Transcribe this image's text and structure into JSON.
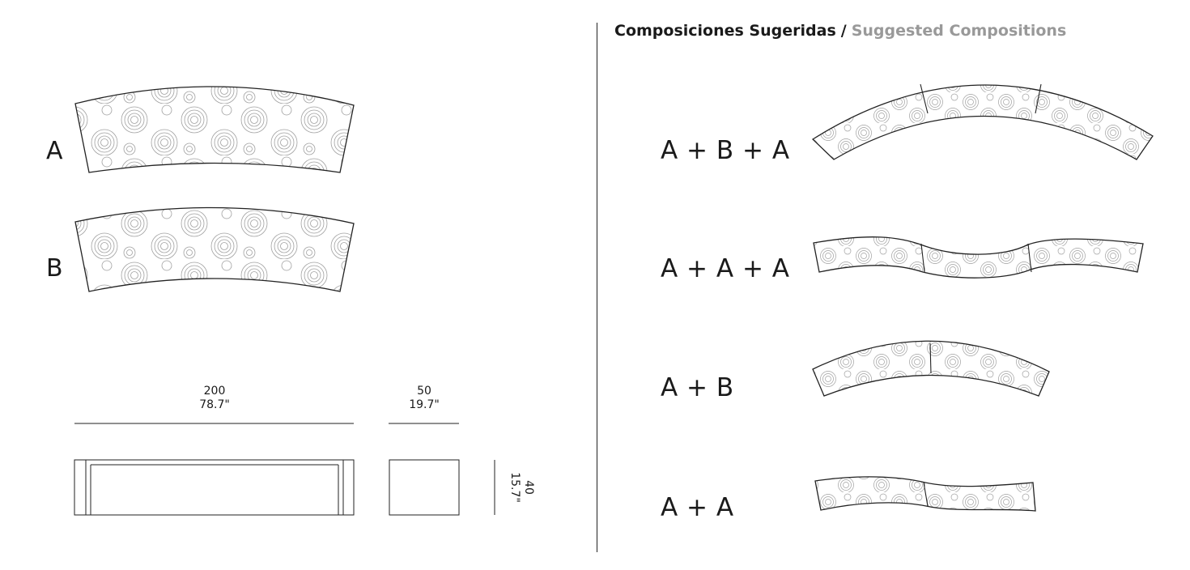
{
  "title": {
    "es": "Composiciones Sugeridas",
    "slash": "/",
    "en": "Suggested Compositions"
  },
  "modules": [
    {
      "label": "A"
    },
    {
      "label": "B"
    }
  ],
  "dimensions": {
    "length": {
      "cm": "200",
      "in": "78.7\""
    },
    "depth": {
      "cm": "50",
      "in": "19.7\""
    },
    "height": {
      "cm": "40",
      "in": "15.7\""
    }
  },
  "compositions": [
    {
      "label": "A + B + A"
    },
    {
      "label": "A + A + A"
    },
    {
      "label": "A + B"
    },
    {
      "label": "A + A"
    }
  ],
  "colors": {
    "line": "#222222",
    "pattern": "#9a9a9a",
    "subtitle": "#999999"
  }
}
